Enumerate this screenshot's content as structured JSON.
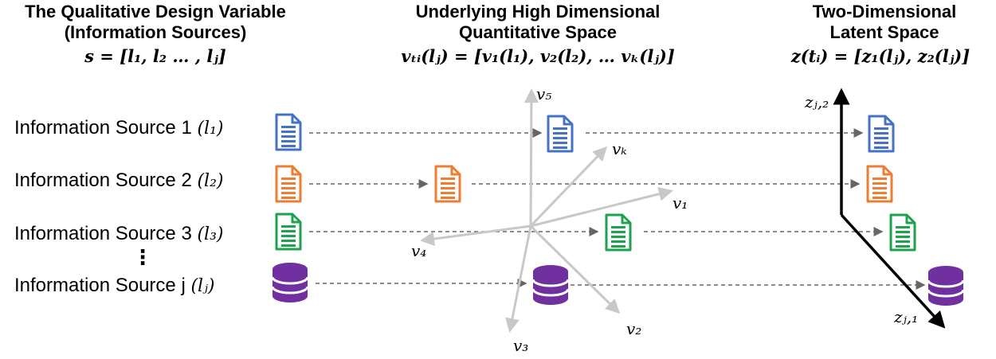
{
  "columns": {
    "left": {
      "title_line1": "The Qualitative Design Variable",
      "title_line2": "(Information Sources)",
      "formula": "s = [l₁, l₂ … , lⱼ]"
    },
    "middle": {
      "title_line1": "Underlying High Dimensional",
      "title_line2": "Quantitative Space",
      "formula": "vₜᵢ(lⱼ) = [v₁(l₁), v₂(l₂), … vₖ(lⱼ)]"
    },
    "right": {
      "title_line1": "Two-Dimensional",
      "title_line2": "Latent Space",
      "formula": "z(tᵢ) = [z₁(lⱼ), z₂(lⱼ)]"
    }
  },
  "sources": [
    {
      "label": "Information Source 1",
      "symbol": "(l₁)",
      "icon": "document-icon",
      "color": "#4472C4"
    },
    {
      "label": "Information Source 2",
      "symbol": "(l₂)",
      "icon": "document-icon",
      "color": "#ED7D31"
    },
    {
      "label": "Information Source 3",
      "symbol": "(l₃)",
      "icon": "document-icon",
      "color": "#1DA34E"
    },
    {
      "label": "Information Source j",
      "symbol": "(lⱼ)",
      "icon": "database-icon",
      "color": "#7030A0"
    }
  ],
  "ellipsis": "⋮",
  "axes_high_dim": [
    "v₅",
    "vₖ",
    "v₁",
    "v₄",
    "v₃",
    "v₂"
  ],
  "axes_latent": [
    "zⱼ,₂",
    "zⱼ,₁"
  ],
  "colors": {
    "axis_gray": "#C8C8C8",
    "arrow_gray": "#666666"
  }
}
